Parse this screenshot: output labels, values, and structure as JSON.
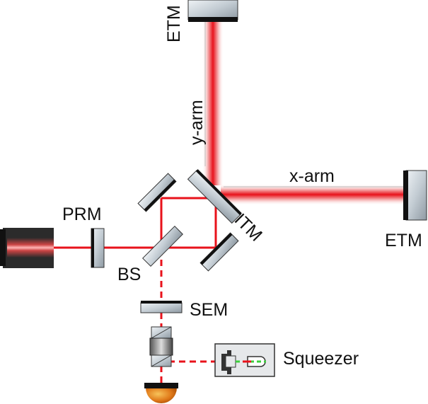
{
  "labels": {
    "etm_top": "ETM",
    "y_arm": "y-arm",
    "x_arm": "x-arm",
    "etm_right": "ETM",
    "prm": "PRM",
    "itm": "ITM",
    "bs": "BS",
    "sem": "SEM",
    "squeezer": "Squeezer"
  },
  "colors": {
    "beam": "#e8121b",
    "beam_glow": "#f4a3a3",
    "squeezed_beam": "#3ecf3e",
    "mirror_fill": "#c9d3da",
    "mirror_coating": "#111111",
    "laser_body": "#2b2b2b",
    "detector": "#e07a1a"
  }
}
